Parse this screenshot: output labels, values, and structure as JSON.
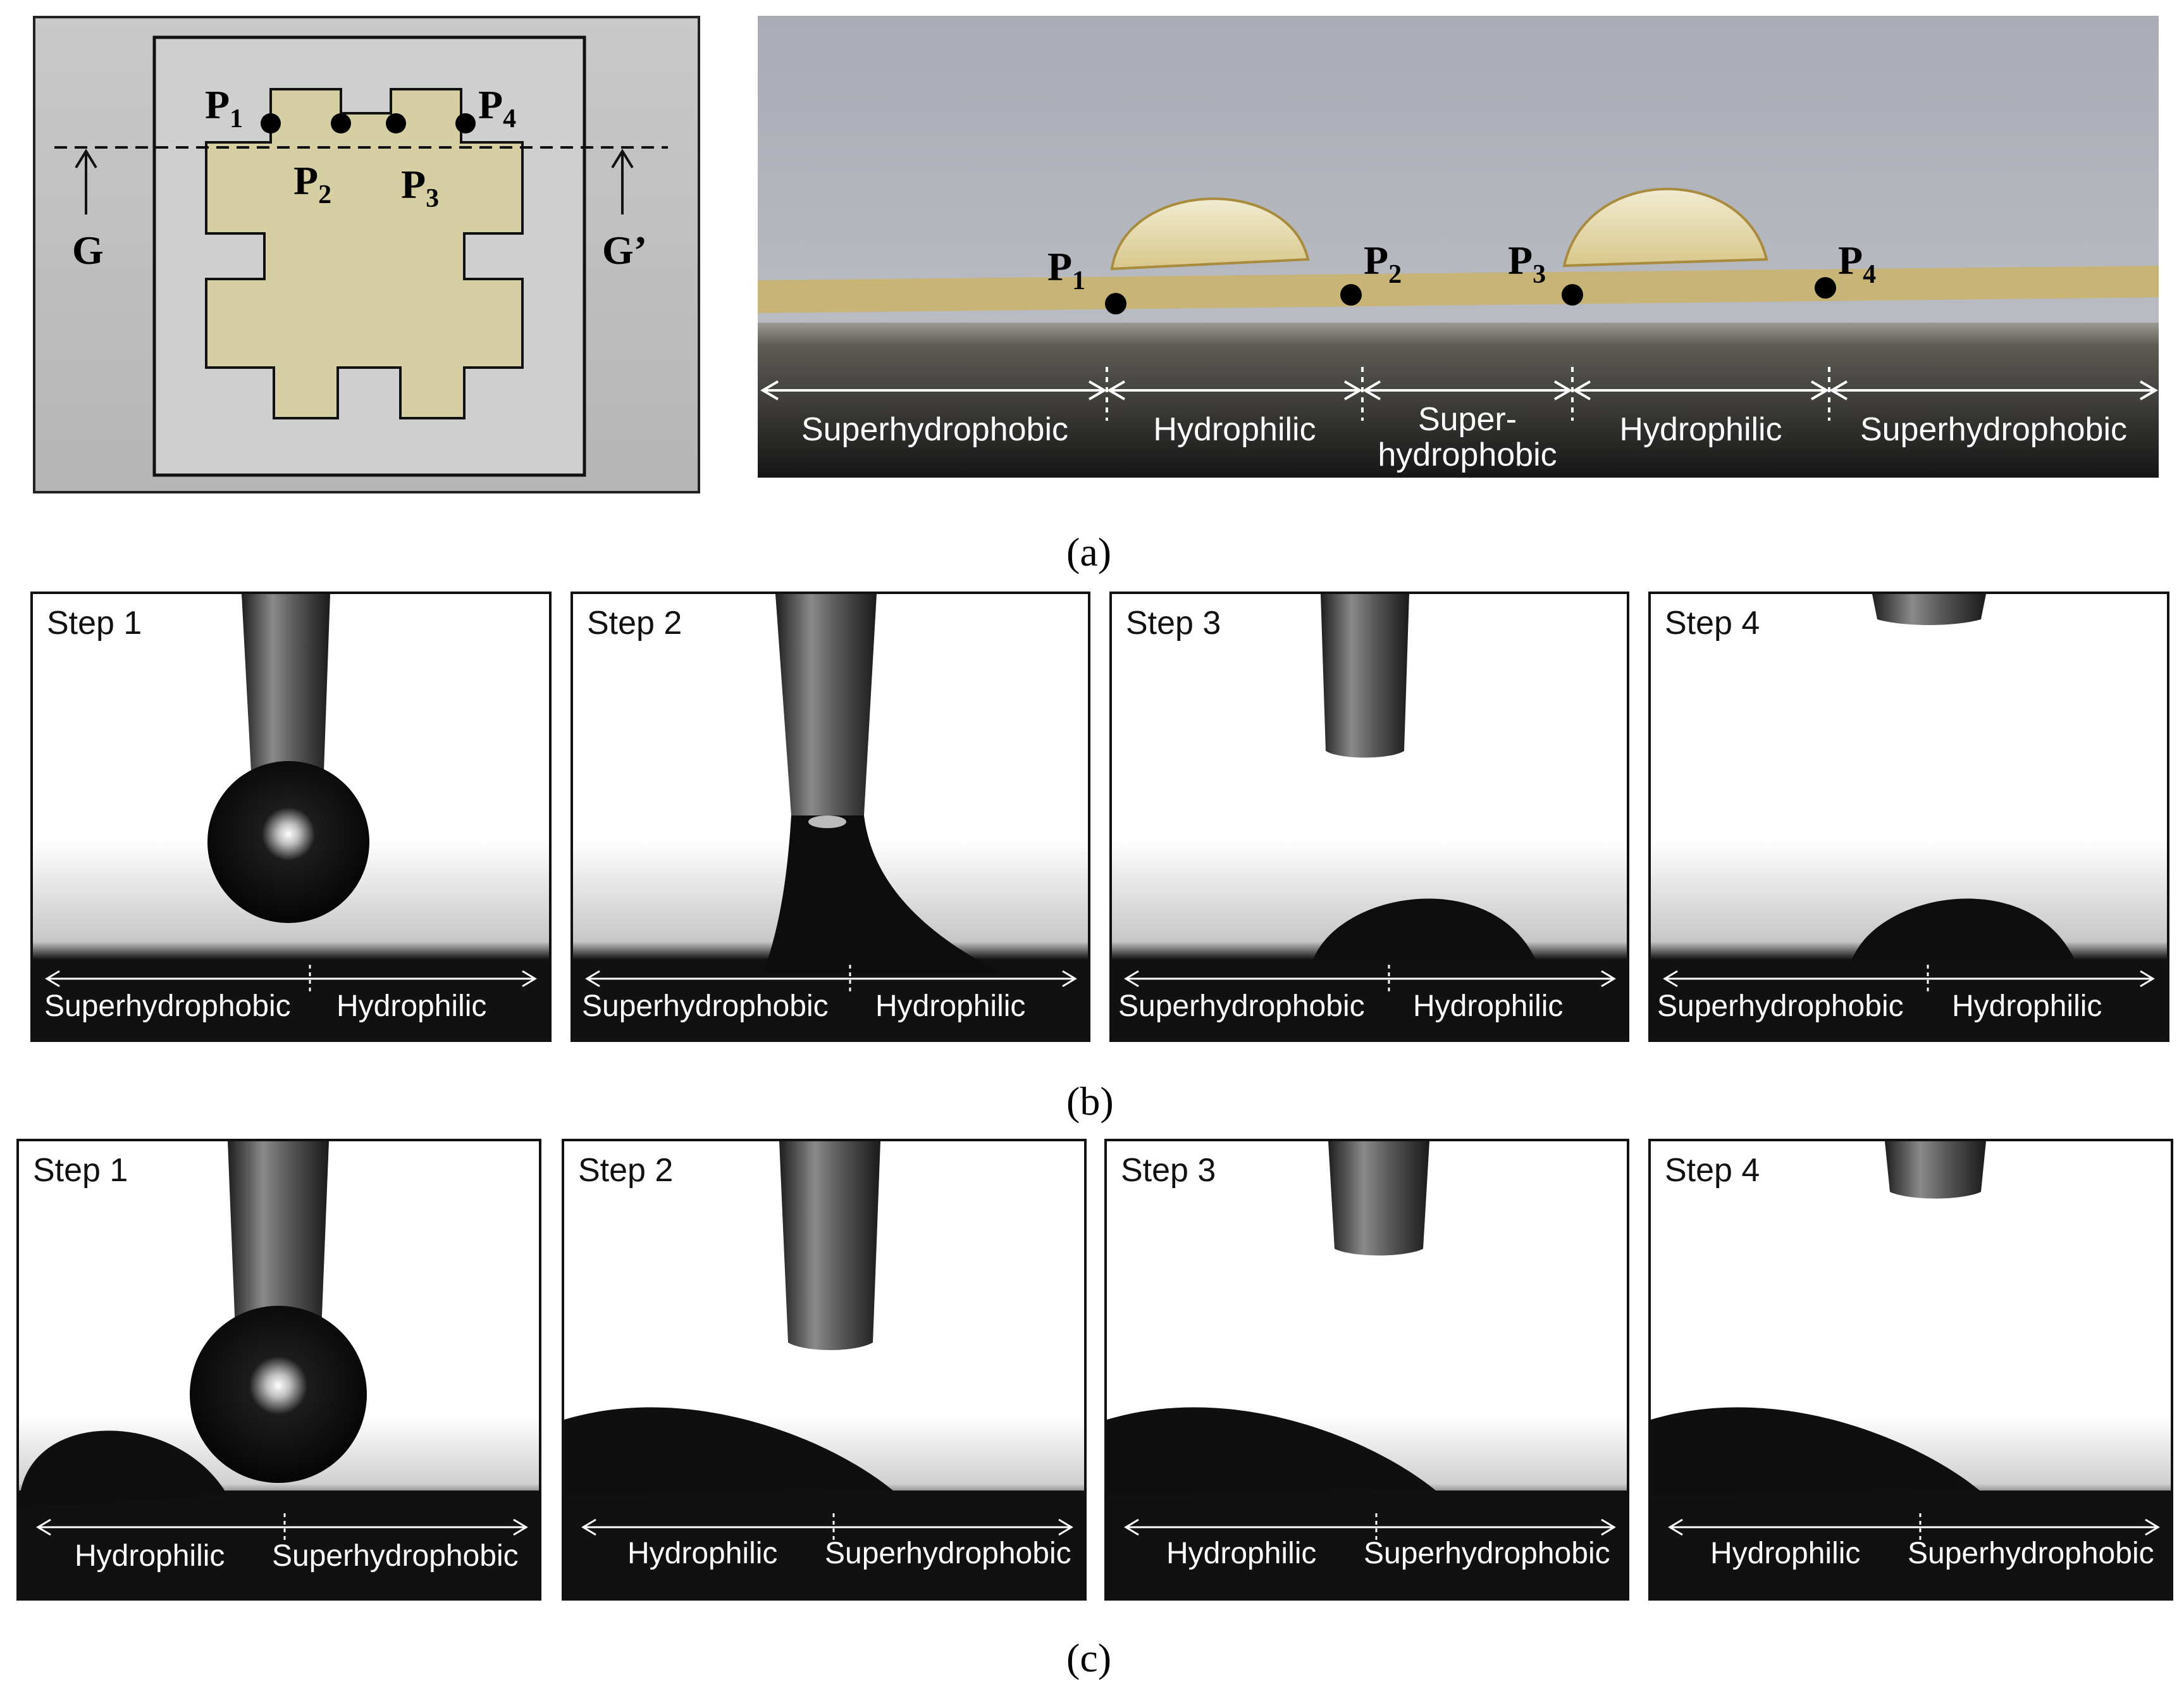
{
  "panel_a": {
    "caption": "(a)",
    "top_view": {
      "points": [
        {
          "label": "P",
          "sub": "1"
        },
        {
          "label": "P",
          "sub": "2"
        },
        {
          "label": "P",
          "sub": "3"
        },
        {
          "label": "P",
          "sub": "4"
        }
      ],
      "cut_left": "G",
      "cut_right": "G’"
    },
    "side_view": {
      "points": [
        {
          "label": "P",
          "sub": "1"
        },
        {
          "label": "P",
          "sub": "2"
        },
        {
          "label": "P",
          "sub": "3"
        },
        {
          "label": "P",
          "sub": "4"
        }
      ],
      "regions": [
        "Superhydrophobic",
        "Hydrophilic",
        "Super-\nhydrophobic",
        "Hydrophilic",
        "Superhydrophobic"
      ]
    }
  },
  "panel_b": {
    "caption": "(b)",
    "frames": [
      {
        "step": "Step 1",
        "left_region": "Superhydrophobic",
        "right_region": "Hydrophilic"
      },
      {
        "step": "Step 2",
        "left_region": "Superhydrophobic",
        "right_region": "Hydrophilic"
      },
      {
        "step": "Step 3",
        "left_region": "Superhydrophobic",
        "right_region": "Hydrophilic"
      },
      {
        "step": "Step 4",
        "left_region": "Superhydrophobic",
        "right_region": "Hydrophilic"
      }
    ]
  },
  "panel_c": {
    "caption": "(c)",
    "frames": [
      {
        "step": "Step 1",
        "left_region": "Hydrophilic",
        "right_region": "Superhydrophobic"
      },
      {
        "step": "Step 2",
        "left_region": "Hydrophilic",
        "right_region": "Superhydrophobic"
      },
      {
        "step": "Step 3",
        "left_region": "Hydrophilic",
        "right_region": "Superhydrophobic"
      },
      {
        "step": "Step 4",
        "left_region": "Hydrophilic",
        "right_region": "Superhydrophobic"
      }
    ]
  },
  "colors": {
    "pattern_fill": "#d6cfa4",
    "background_gray": "#c2c2c2",
    "photo_sky": "#b3b5be",
    "droplet": "#e3d9a8",
    "substrate_dark": "#121212"
  }
}
